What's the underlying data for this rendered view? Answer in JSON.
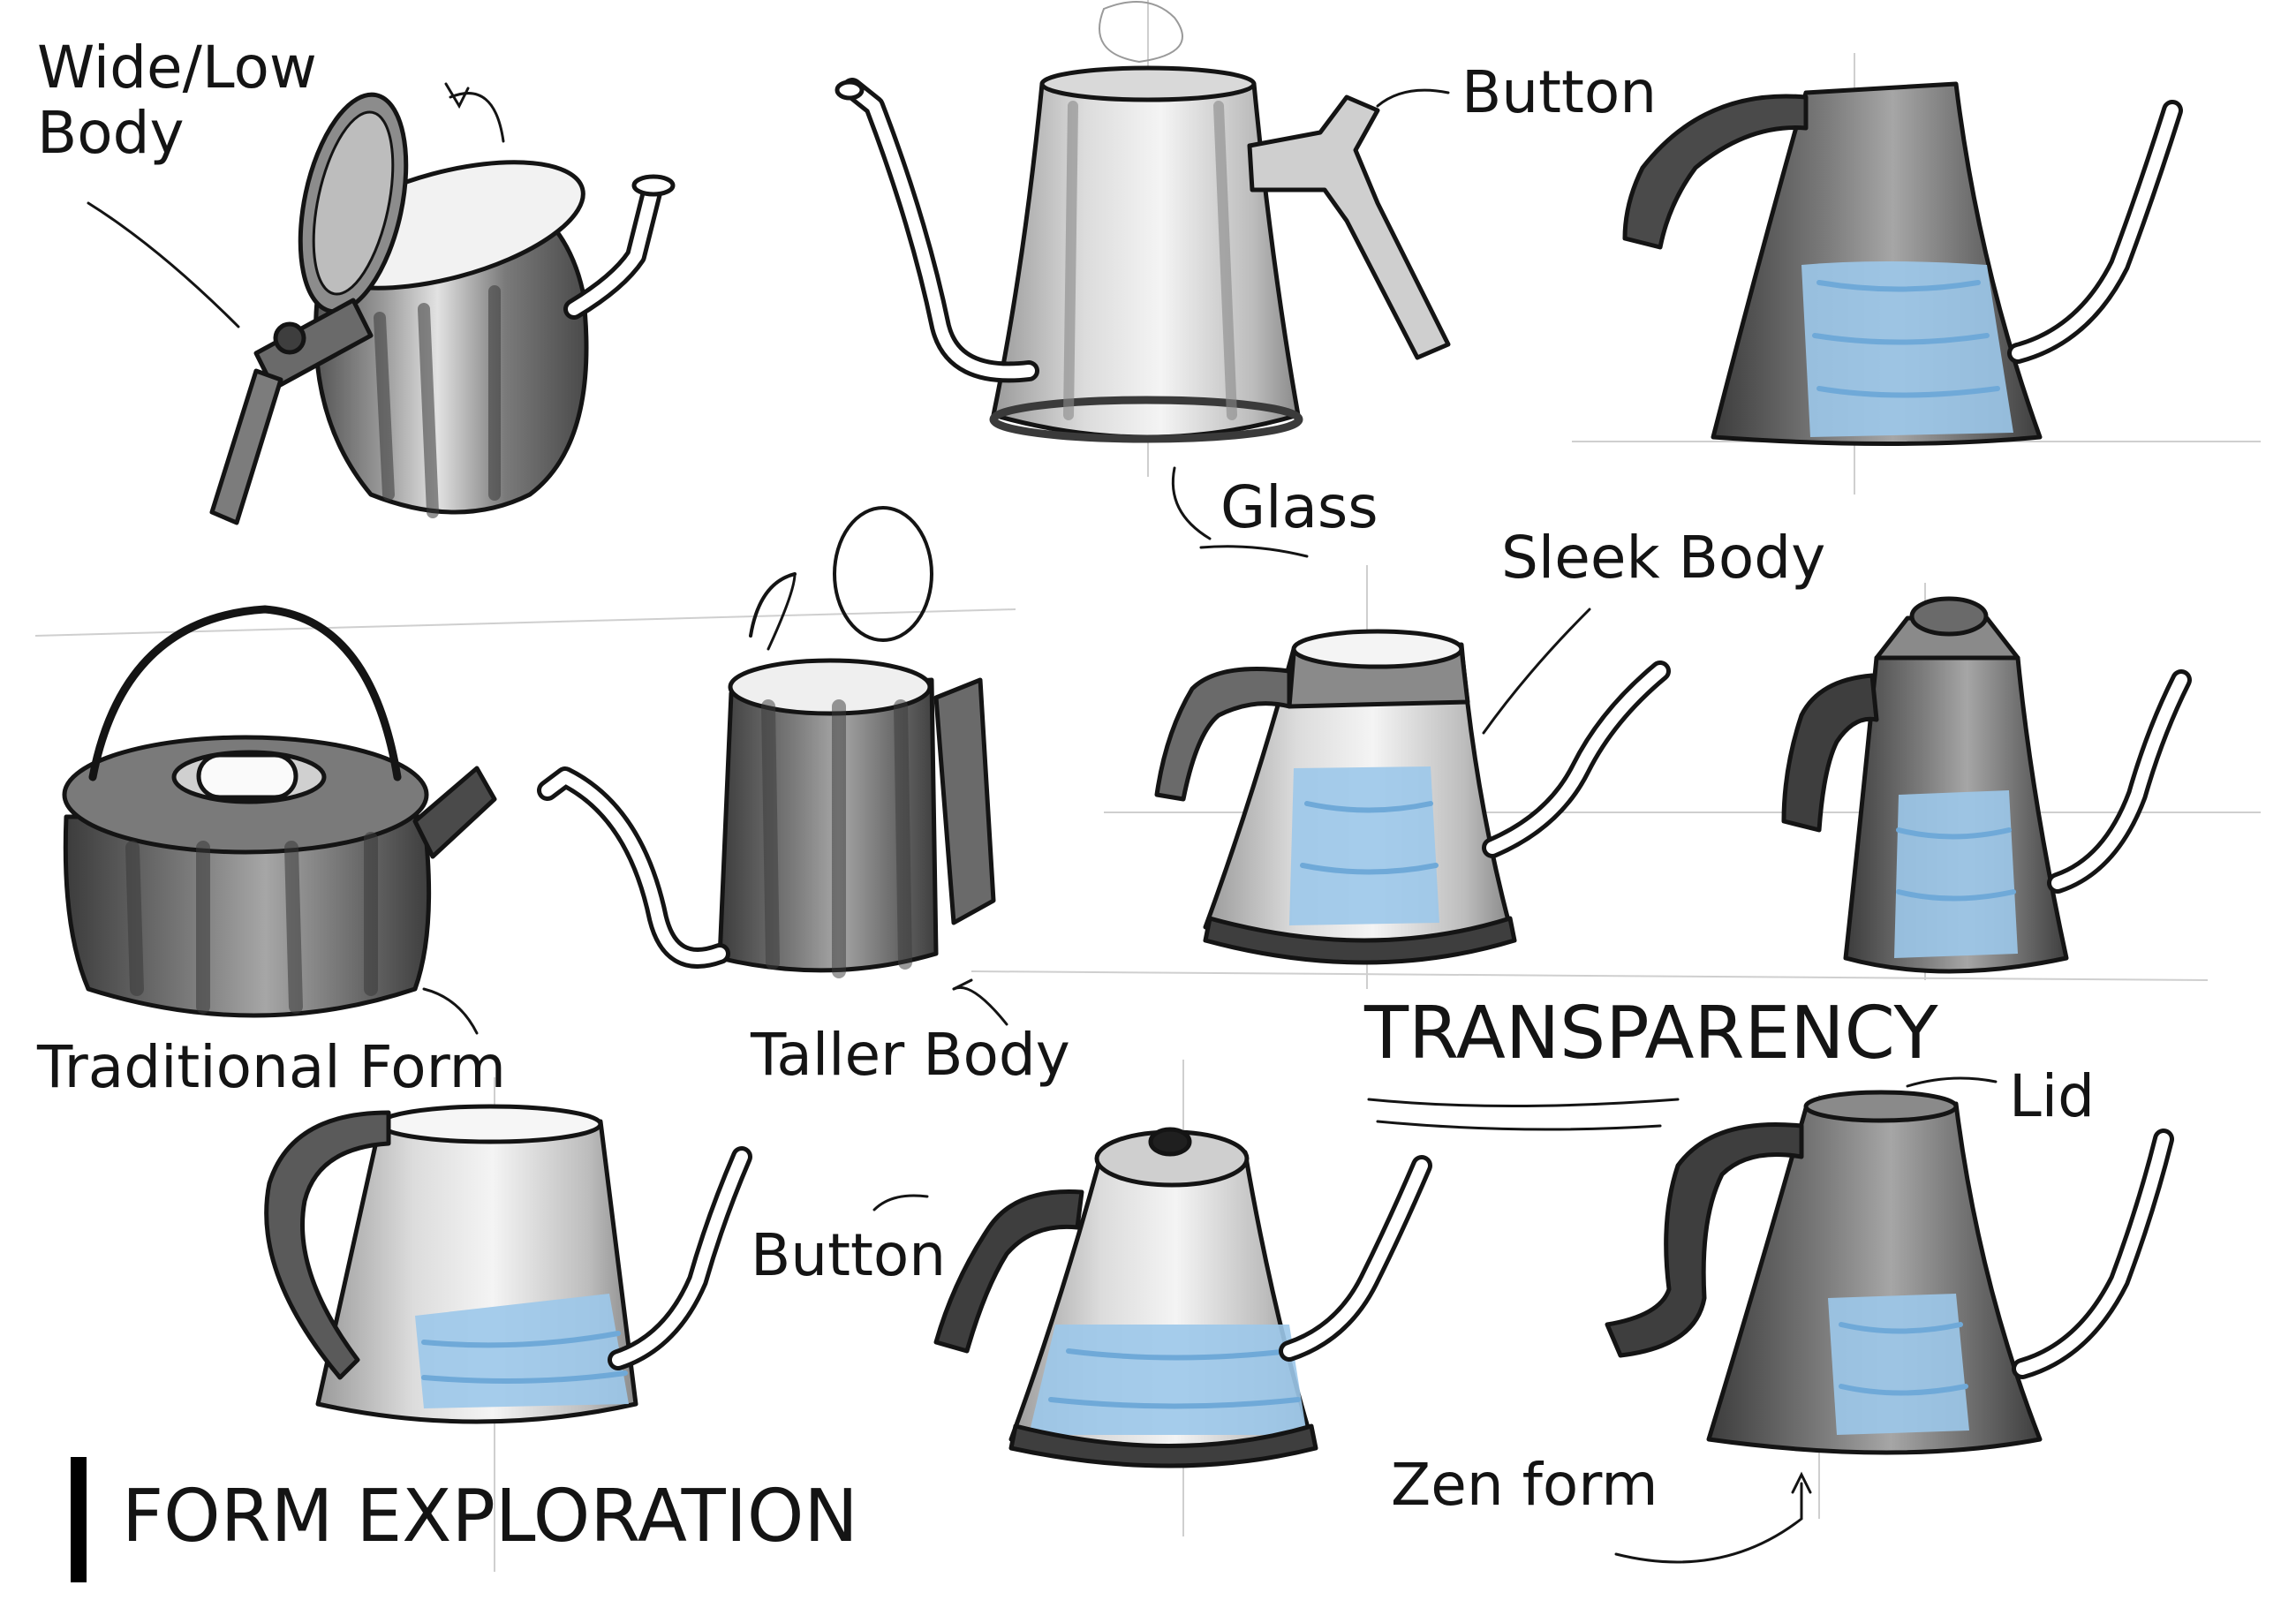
{
  "sheet": {
    "title": "FORM EXPLORATION",
    "section_heading": "TRANSPARENCY"
  },
  "labels": {
    "wide_low_body": "Wide/Low\nBody",
    "button_top": "Button",
    "glass": "Glass",
    "sleek_body": "Sleek Body",
    "traditional_form": "Traditional Form",
    "taller_body": "Taller Body",
    "lid": "Lid",
    "button_bottom": "Button",
    "zen_form": "Zen form"
  },
  "colors": {
    "ink": "#141414",
    "metal_dark": "#4a4a4a",
    "metal_mid": "#8a8a8a",
    "metal_light": "#c4c4c4",
    "water": "#9cc8ea",
    "water_dark": "#6fa9d8",
    "paper": "#ffffff"
  }
}
